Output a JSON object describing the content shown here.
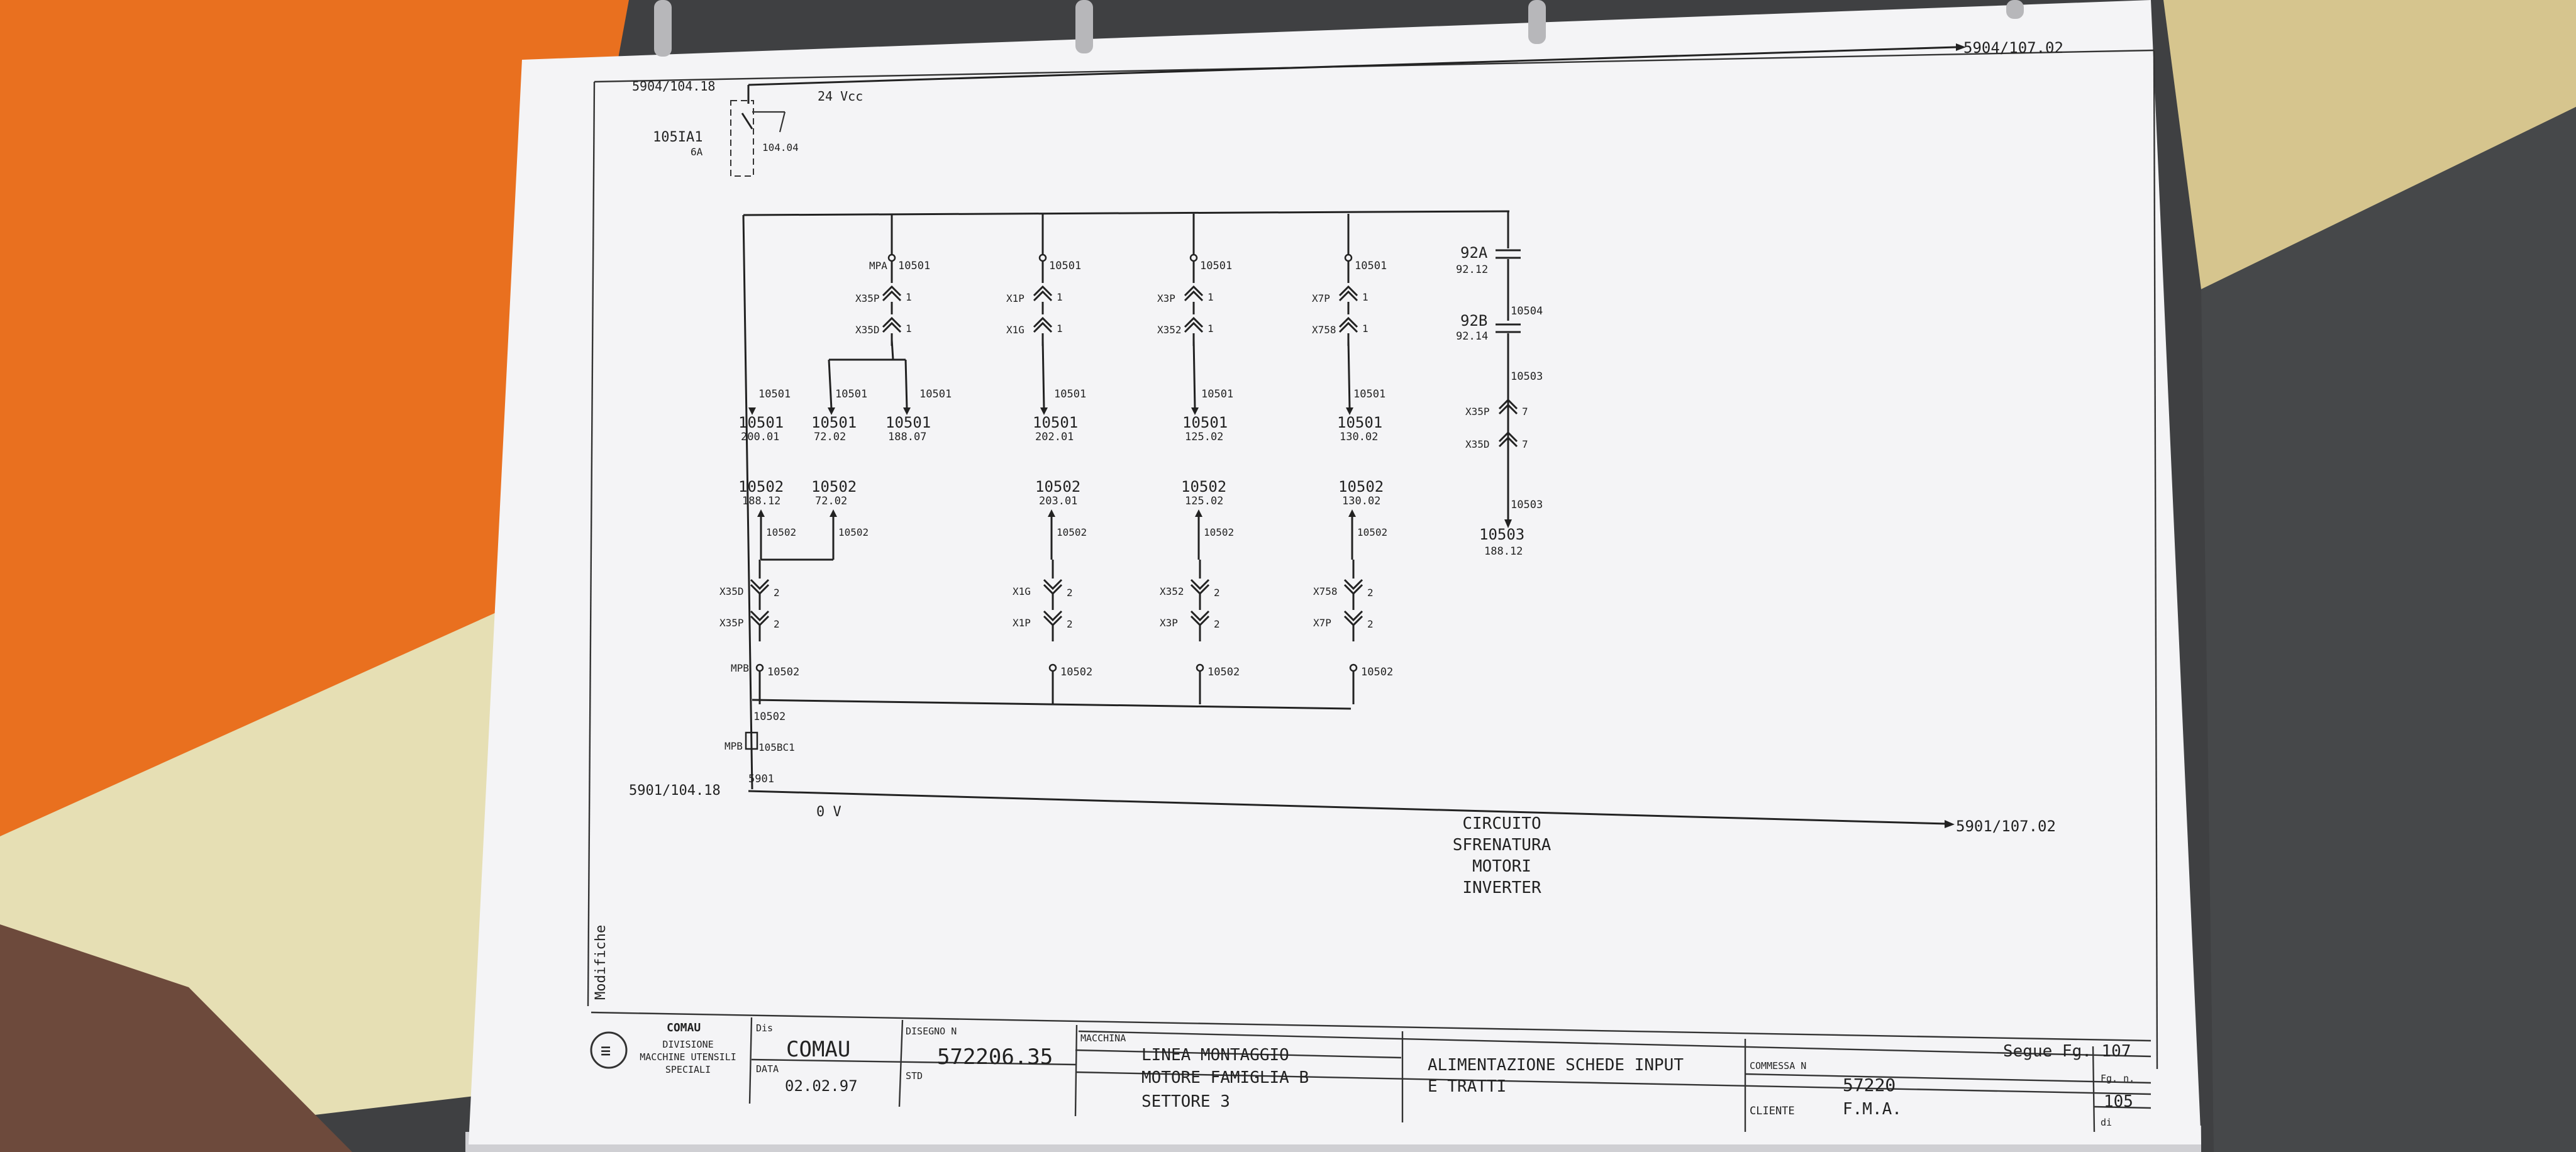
{
  "rails": {
    "top_ref_left": "5904/104.18",
    "top_ref_right": "5904/107.02",
    "top_voltage": "24 Vcc",
    "bottom_ref_left": "5901/104.18",
    "bottom_ref_right": "5901/107.02",
    "bottom_voltage": "0 V",
    "bottom_wire": "5901"
  },
  "breaker": {
    "name": "105IA1",
    "rating": "6A",
    "ref": "104.04"
  },
  "upper_columns": [
    {
      "top_wire": "10501",
      "switch": "MPA",
      "connectors": [
        {
          "name": "X35P",
          "pin": "1"
        },
        {
          "name": "X35D",
          "pin": "1"
        }
      ]
    },
    {
      "top_wire": "10501",
      "connectors": [
        {
          "name": "X1P",
          "pin": "1"
        },
        {
          "name": "X1G",
          "pin": "1"
        }
      ]
    },
    {
      "top_wire": "10501",
      "connectors": [
        {
          "name": "X3P",
          "pin": "1"
        },
        {
          "name": "X352",
          "pin": "1"
        }
      ]
    },
    {
      "top_wire": "10501",
      "connectors": [
        {
          "name": "X7P",
          "pin": "1"
        },
        {
          "name": "X758",
          "pin": "1"
        }
      ]
    }
  ],
  "upper_outputs": [
    {
      "wire": "10501",
      "code": "10501",
      "ref": "200.01"
    },
    {
      "wire": "10501",
      "code": "10501",
      "ref": "72.02"
    },
    {
      "wire": "10501",
      "code": "10501",
      "ref": "188.07"
    },
    {
      "wire": "10501",
      "code": "10501",
      "ref": "202.01"
    },
    {
      "wire": "10501",
      "code": "10501",
      "ref": "125.02"
    },
    {
      "wire": "10501",
      "code": "10501",
      "ref": "130.02"
    }
  ],
  "relay_branch": {
    "contact_a": "92A",
    "contact_a_ref": "92.12",
    "contact_b": "92B",
    "contact_b_ref": "92.14",
    "wire_1": "10504",
    "wire_2": "10503",
    "wire_3": "10503",
    "connectors": [
      {
        "name": "X35P",
        "pin": "7"
      },
      {
        "name": "X35D",
        "pin": "7"
      }
    ],
    "out_code": "10503",
    "out_ref": "188.12"
  },
  "lower_inputs": [
    {
      "code": "10502",
      "ref": "188.12",
      "wire": "10502"
    },
    {
      "code": "10502",
      "ref": "72.02",
      "wire": "10502"
    },
    {
      "code": "10502",
      "ref": "203.01",
      "wire": "10502"
    },
    {
      "code": "10502",
      "ref": "125.02",
      "wire": "10502"
    },
    {
      "code": "10502",
      "ref": "130.02",
      "wire": "10502"
    }
  ],
  "lower_columns": [
    {
      "connectors": [
        {
          "name": "X35D",
          "pin": "2"
        },
        {
          "name": "X35P",
          "pin": "2"
        }
      ],
      "switch": "MPB",
      "bottom_wire": "10502"
    },
    {
      "connectors": [
        {
          "name": "X1G",
          "pin": "2"
        },
        {
          "name": "X1P",
          "pin": "2"
        }
      ],
      "bottom_wire": "10502"
    },
    {
      "connectors": [
        {
          "name": "X352",
          "pin": "2"
        },
        {
          "name": "X3P",
          "pin": "2"
        }
      ],
      "bottom_wire": "10502"
    },
    {
      "connectors": [
        {
          "name": "X758",
          "pin": "2"
        },
        {
          "name": "X7P",
          "pin": "2"
        }
      ],
      "bottom_wire": "10502"
    }
  ],
  "bottom_section": {
    "wire_a": "10502",
    "coil_name": "MPB",
    "coil_code": "105BC1"
  },
  "description": [
    "CIRCUITO",
    "SFRENATURA",
    "MOTORI",
    "INVERTER"
  ],
  "modifiche": "Modifiche",
  "title_block": {
    "company": "COMAU",
    "division": [
      "DIVISIONE",
      "MACCHINE UTENSILI",
      "SPECIALI"
    ],
    "dis_label": "Dis",
    "dis_value": "COMAU",
    "data_label": "DATA",
    "data_value": "02.02.97",
    "disegno_label": "DISEGNO N",
    "disegno_value": "572206.35",
    "std_label": "STD",
    "macchina_label": "MACCHINA",
    "macchina_lines": [
      "LINEA MONTAGGIO",
      "MOTORE FAMIGLIA B",
      "SETTORE 3"
    ],
    "title_lines": [
      "ALIMENTAZIONE SCHEDE INPUT",
      "E TRATTI"
    ],
    "commessa_label": "COMMESSA N",
    "commessa_value": "57220",
    "cliente_label": "CLIENTE",
    "cliente_value": "F.M.A.",
    "segue": "Segue Fg. 107",
    "fg_label": "Fg. n.",
    "fg_value": "105",
    "di_label": "di"
  },
  "colors": {
    "background_orange": "#e9701f",
    "desk_cream": "#e8e1b6",
    "floor_gray": "#3f4042",
    "paper": "#f4f4f6",
    "ink": "#222222"
  }
}
